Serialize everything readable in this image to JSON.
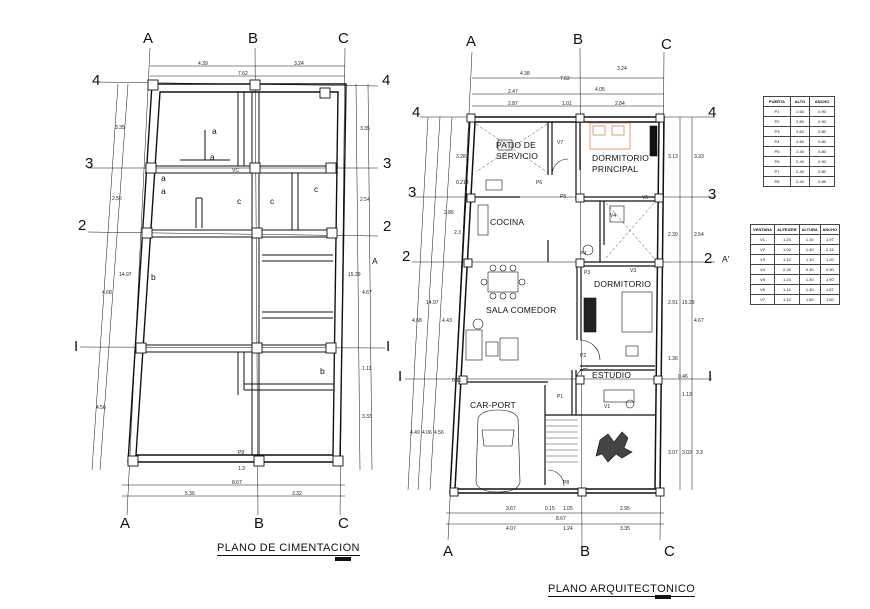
{
  "cimentacion": {
    "title": "PLANO DE CIMENTACION",
    "axes": {
      "top": [
        "A",
        "B",
        "C"
      ],
      "bottom": [
        "A",
        "B",
        "C"
      ],
      "left": [
        "4",
        "3",
        "2",
        "I"
      ],
      "right": [
        "4",
        "3",
        "2",
        "I"
      ],
      "section": "A"
    },
    "top_dims": [
      "4.39",
      "3.24",
      "7.62"
    ],
    "bottom_dims": [
      "5.36",
      "3.32",
      "8.67",
      "1.3"
    ],
    "left_dims": [
      "3.35",
      "2.55",
      "4.68",
      "14.97",
      "4.56"
    ],
    "right_dims": [
      "3.35",
      "2.54",
      "4.67",
      "15.29",
      "1.11",
      "3.33"
    ],
    "marks": [
      "a",
      "a",
      "a",
      "a",
      "b",
      "b",
      "c",
      "c",
      "c",
      "P8",
      "VC"
    ]
  },
  "arquitectonico": {
    "title": "PLANO ARQUITECTONICO",
    "axes": {
      "top": [
        "A",
        "B",
        "C"
      ],
      "bottom": [
        "A",
        "B",
        "C"
      ],
      "left": [
        "4",
        "3",
        "2",
        "I"
      ],
      "right": [
        "4",
        "3",
        "2",
        "I"
      ],
      "section": "A'"
    },
    "rooms": [
      "PATIO DE SERVICIO",
      "DORMITORIO PRINCIPAL",
      "COCINA",
      "DORMITORIO",
      "SALA COMEDOR",
      "ESTUDIO",
      "CAR-PORT"
    ],
    "doors": [
      "P1",
      "P2",
      "P3",
      "P4",
      "P5",
      "P6",
      "P8"
    ],
    "windows": [
      "V1",
      "V3",
      "V4",
      "V5",
      "V7"
    ],
    "top_dims": [
      "4.38",
      "3.24",
      "7.62",
      "4.05",
      "2.47",
      "1.01",
      "2.84",
      "2.87"
    ],
    "bottom_dims": [
      "3.67",
      "0.15",
      "1.05",
      "2.95",
      "4.07",
      "1.24",
      "3.35",
      "8.67"
    ],
    "left_dims": [
      "3.28",
      "2.86",
      "0.213",
      "2.3",
      "4.43",
      "4.68",
      "14.97",
      "0.11",
      "4.49",
      "4.06",
      "4.56"
    ],
    "right_dims": [
      "3.13",
      "3.33",
      "2.39",
      "2.54",
      "2.91",
      "15.29",
      "4.67",
      "1.36",
      "0.46",
      "3.07",
      "3.02",
      "3.3",
      "1.13"
    ]
  },
  "puerta_table": {
    "headers": [
      "PUERTA",
      "ALTO",
      "ANCHO"
    ],
    "rows": [
      [
        "P1",
        "2.60",
        "0.90"
      ],
      [
        "P2",
        "2.60",
        "0.90"
      ],
      [
        "P3",
        "2.60",
        "0.80"
      ],
      [
        "P4",
        "2.60",
        "0.80"
      ],
      [
        "P5",
        "2.40",
        "0.80"
      ],
      [
        "P6",
        "2.40",
        "0.90"
      ],
      [
        "P7",
        "2.40",
        "0.80"
      ],
      [
        "P8",
        "2.40",
        "0.85"
      ]
    ]
  },
  "ventana_table": {
    "headers": [
      "VENTANA",
      "ALFEIZER",
      "ALTURA",
      "ANCHO"
    ],
    "rows": [
      [
        "V1",
        "1.20",
        "1.10",
        "1.97"
      ],
      [
        "V2",
        "1.00",
        "1.40",
        "2.15"
      ],
      [
        "V3",
        "1.10",
        "1.10",
        "1.20"
      ],
      [
        "V4",
        "2.30",
        "0.30",
        "0.90"
      ],
      [
        "V5",
        "1.10",
        "1.30",
        "1.90"
      ],
      [
        "V6",
        "1.10",
        "1.30",
        "1.67"
      ],
      [
        "V7",
        "1.10",
        "1.50",
        "1.50"
      ]
    ]
  }
}
